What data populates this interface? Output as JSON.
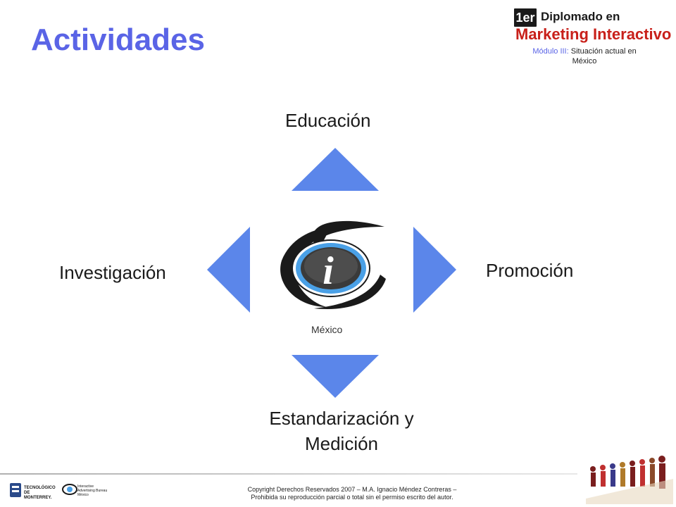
{
  "title": "Actividades",
  "brand": {
    "badge": "1er",
    "line1": "Diplomado en",
    "line2": "Marketing Interactivo",
    "module_label": "Módulo III:",
    "module_text": "Situación actual en",
    "module_text2": "México"
  },
  "diagram": {
    "top": "Educación",
    "left": "Investigación",
    "right": "Promoción",
    "bottom_line1": "Estandarización y",
    "bottom_line2": "Medición",
    "center_glyph": "i",
    "center_caption": "México"
  },
  "colors": {
    "arrow_fill": "#5b86ea",
    "title": "#5a64e6",
    "brand_red": "#c8201a"
  },
  "footer": {
    "copyright_line1": "Copyright Derechos Reservados 2007 – M.A. Ignacio Méndez Contreras –",
    "copyright_line2": "Prohibida su reproducción parcial o total sin el permiso escrito del autor.",
    "tec_logo_text": "TECNOLÓGICO DE MONTERREY.",
    "iab_logo_text": "Interactive Advertising Bureau México"
  }
}
